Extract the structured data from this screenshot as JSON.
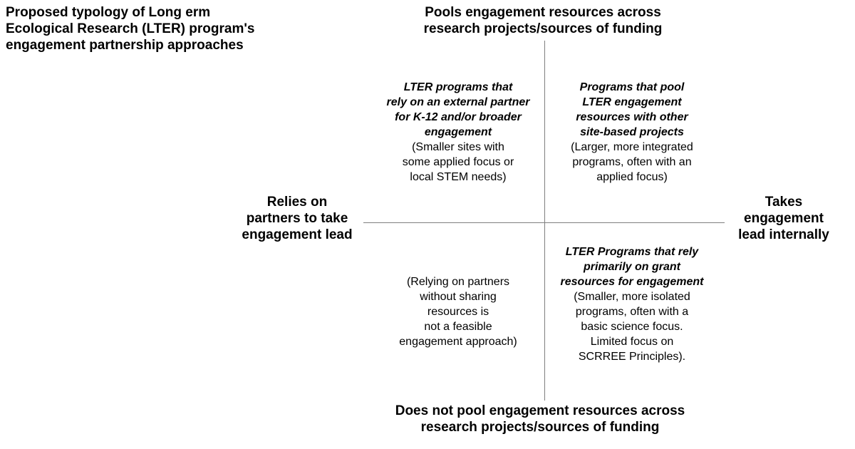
{
  "title": {
    "lines": [
      "Proposed typology of Long erm",
      "Ecological Research (LTER) program's",
      "engagement partnership approaches"
    ]
  },
  "axis_labels": {
    "top": {
      "lines": [
        "Pools engagement resources across",
        "research projects/sources of funding"
      ]
    },
    "bottom": {
      "lines": [
        "Does not pool engagement resources across",
        "research projects/sources of funding"
      ]
    },
    "left": {
      "lines": [
        "Relies on",
        "partners to take",
        "engagement lead"
      ]
    },
    "right": {
      "lines": [
        "Takes",
        "engagement",
        "lead internally"
      ]
    }
  },
  "quadrants": {
    "top_left": {
      "heading_lines": [
        "LTER programs that",
        "rely on an external partner",
        "for K-12 and/or broader",
        "engagement"
      ],
      "detail_lines": [
        "(Smaller sites with",
        "some applied focus or",
        "local STEM needs)"
      ]
    },
    "top_right": {
      "heading_lines": [
        "Programs that pool",
        "LTER engagement",
        "resources with other",
        "site-based projects"
      ],
      "detail_lines": [
        "(Larger, more integrated",
        "programs, often with an",
        "applied focus)"
      ]
    },
    "bottom_left": {
      "detail_lines": [
        "(Relying on partners",
        "without sharing",
        "resources is",
        "not a feasible",
        "engagement approach)"
      ]
    },
    "bottom_right": {
      "heading_lines": [
        "LTER Programs that rely",
        "primarily on grant",
        "resources for engagement"
      ],
      "detail_lines": [
        "(Smaller, more isolated",
        "programs, often with a",
        "basic science focus.",
        "Limited focus on",
        "SCRREE Principles)."
      ]
    }
  },
  "colors": {
    "axis_line": "#7f7f7f",
    "text": "#000000",
    "background": "#ffffff"
  }
}
